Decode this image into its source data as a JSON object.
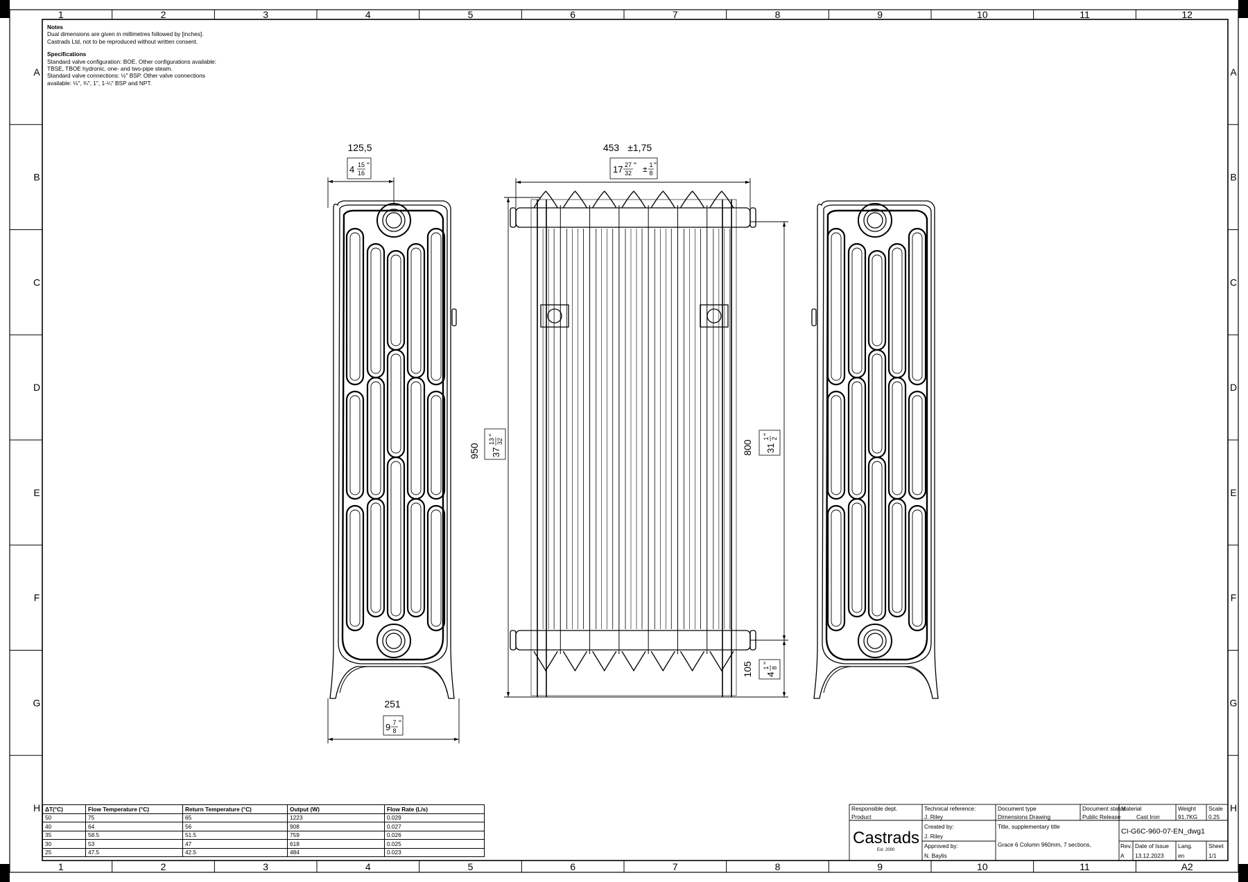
{
  "sheet": {
    "columns": [
      "1",
      "2",
      "3",
      "4",
      "5",
      "6",
      "7",
      "8",
      "9",
      "10",
      "11",
      "12"
    ],
    "rows": [
      "A",
      "B",
      "C",
      "D",
      "E",
      "F",
      "G",
      "H"
    ],
    "size": "A2"
  },
  "notes": {
    "heading": "Notes",
    "lines": [
      "Dual dimensions are given in millimetres followed by [inches].",
      "Castrads Ltd, not to be reproduced without written consent."
    ],
    "spec_heading": "Specifications",
    "spec_lines": [
      "Standard valve configuration: BOE. Other configurations available:",
      "TBSE, TBOE hydronic, one- and two-pipe steam.",
      "Standard valve connections: ½\" BSP. Other valve connections",
      "available: ⅛\", ¾\", 1\", 1-¼\" BSP and NPT."
    ]
  },
  "dimensions": {
    "depth_top_mm": "125,5",
    "depth_top_in_whole": "4",
    "depth_top_in_num": "15",
    "depth_top_in_den": "16",
    "depth_base_mm": "251",
    "depth_base_in_whole": "9",
    "depth_base_in_num": "7",
    "depth_base_in_den": "8",
    "length_mm": "453",
    "length_tol_mm": "±1,75",
    "length_in_whole": "17",
    "length_in_num": "27",
    "length_in_den": "32",
    "length_tol_in_num": "1",
    "length_tol_in_den": "8",
    "height_mm": "950",
    "height_in_whole": "37",
    "height_in_num": "13",
    "height_in_den": "32",
    "centres_mm": "800",
    "centres_in_whole": "31",
    "centres_in_num": "1",
    "centres_in_den": "2",
    "floor_mm": "105",
    "floor_in_whole": "4",
    "floor_in_num": "1",
    "floor_in_den": "8",
    "inch_mark": "\""
  },
  "performance": {
    "headers": [
      "ΔT(°C)",
      "Flow Temperature (°C)",
      "Return Temperature (°C)",
      "Output (W)",
      "Flow Rate (L/s)"
    ],
    "rows": [
      [
        "50",
        "75",
        "65",
        "1223",
        "0.029"
      ],
      [
        "40",
        "64",
        "56",
        "908",
        "0.027"
      ],
      [
        "35",
        "58.5",
        "51.5",
        "759",
        "0.026"
      ],
      [
        "30",
        "53",
        "47",
        "618",
        "0.025"
      ],
      [
        "25",
        "47.5",
        "42.5",
        "484",
        "0.023"
      ]
    ]
  },
  "title_block": {
    "responsible_dept_label": "Responsible dept.",
    "responsible_dept": "Product",
    "technical_reference_label": "Technical reference:",
    "technical_reference": "J. Riley",
    "document_type_label": "Document type",
    "document_type": "Dimensions Drawing",
    "document_status_label": "Document status",
    "document_status": "Public Release",
    "material_label": "Material",
    "material": "Cast Iron",
    "weight_label": "Weight",
    "weight": "91.7KG",
    "scale_label": "Scale",
    "scale": "0.25",
    "created_by_label": "Created by:",
    "created_by": "J. Riley",
    "approved_by_label": "Approved by:",
    "approved_by": "N. Baylis",
    "title_label": "Title, supplementary title",
    "title": "Grace 6 Column 960mm, 7 sections,",
    "drawing_number": "CI-G6C-960-07-EN_dwg1",
    "rev_label": "Rev.",
    "rev": "A",
    "date_label": "Date of Issue",
    "date": "13.12.2023",
    "lang_label": "Lang.",
    "lang": "en",
    "sheet_label": "Sheet",
    "sheet": "1/1",
    "logo": "Castrads",
    "logo_sub": "Est. 2000"
  }
}
